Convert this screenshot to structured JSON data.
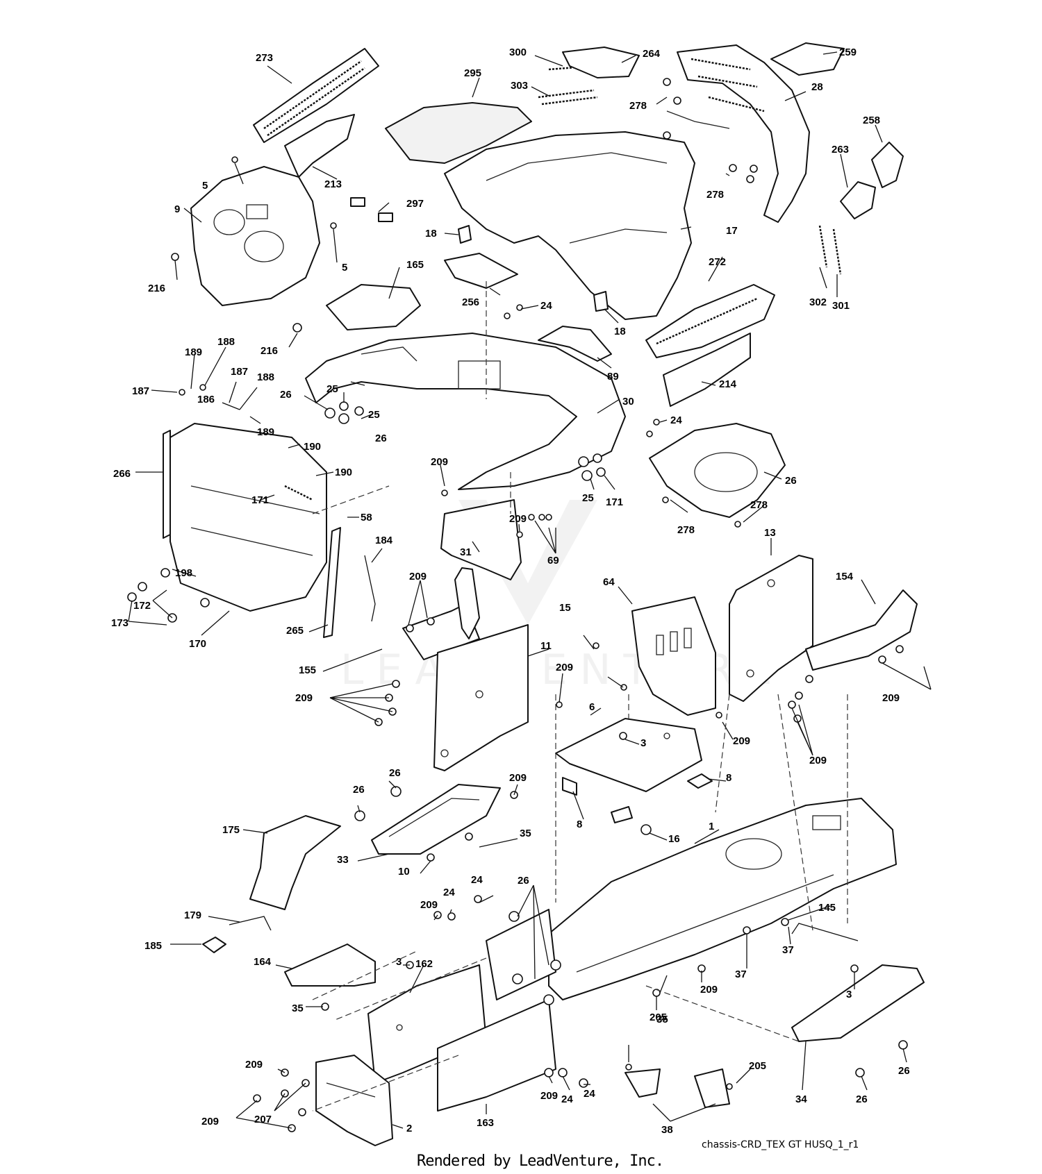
{
  "diagram": {
    "file_name": "chassis-CRD_TEX GT HUSQ_1_r1",
    "credit": "Rendered by LeadVenture, Inc.",
    "watermark": "LEADVENTURE",
    "callouts": [
      "273",
      "300",
      "264",
      "259",
      "295",
      "303",
      "278",
      "28",
      "258",
      "213",
      "263",
      "5",
      "297",
      "9",
      "278",
      "18",
      "17",
      "216",
      "5",
      "165",
      "272",
      "256",
      "24",
      "302",
      "301",
      "216",
      "18",
      "89",
      "189",
      "188",
      "214",
      "187",
      "187",
      "188",
      "30",
      "186",
      "26",
      "25",
      "25",
      "26",
      "189",
      "190",
      "24",
      "266",
      "190",
      "209",
      "171",
      "58",
      "26",
      "25",
      "171",
      "209",
      "278",
      "278",
      "31",
      "69",
      "184",
      "198",
      "13",
      "154",
      "64",
      "172",
      "173",
      "170",
      "265",
      "209",
      "15",
      "155",
      "11",
      "209",
      "209",
      "6",
      "209",
      "3",
      "209",
      "209",
      "8",
      "26",
      "26",
      "209",
      "8",
      "175",
      "35",
      "16",
      "1",
      "33",
      "10",
      "24",
      "26",
      "179",
      "24",
      "209",
      "145",
      "185",
      "37",
      "164",
      "3",
      "162",
      "3",
      "37",
      "209",
      "35",
      "35",
      "205",
      "209",
      "205",
      "26",
      "207",
      "209",
      "2",
      "209",
      "163",
      "24",
      "24",
      "38",
      "26",
      "34"
    ]
  }
}
